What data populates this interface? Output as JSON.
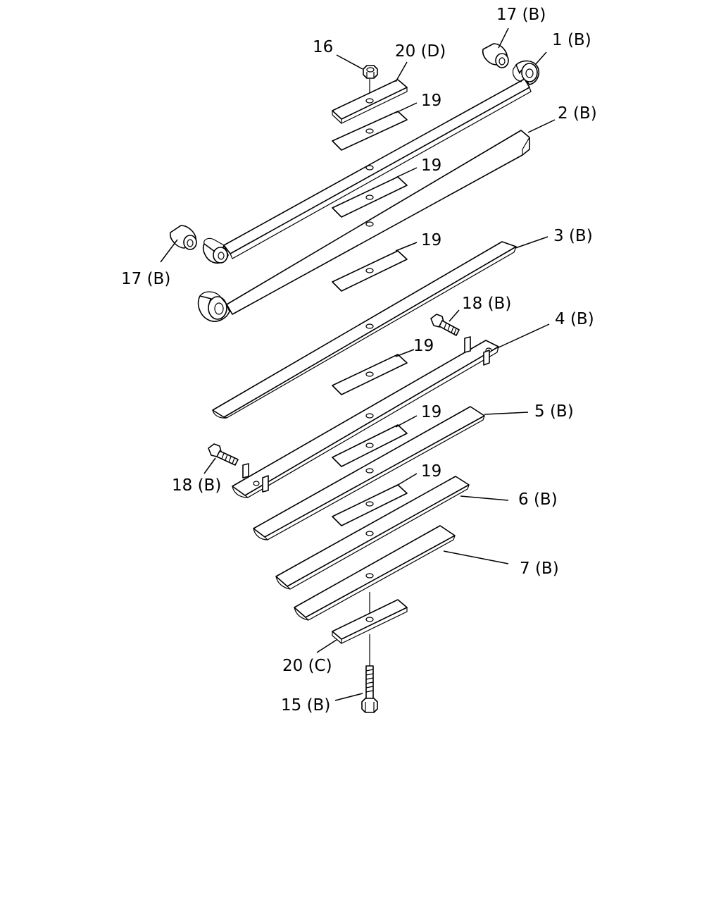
{
  "callouts": {
    "c17b_top": "17 (B)",
    "c1b": "1 (B)",
    "c16": "16",
    "c20d": "20 (D)",
    "c19_a": "19",
    "c2b": "2 (B)",
    "c19_b": "19",
    "c3b": "3 (B)",
    "c19_c": "19",
    "c17b_left": "17 (B)",
    "c18b_top": "18 (B)",
    "c4b": "4 (B)",
    "c19_d": "19",
    "c5b": "5 (B)",
    "c19_e": "19",
    "c18b_left": "18 (B)",
    "c6b": "6 (B)",
    "c19_f": "19",
    "c7b": "7 (B)",
    "c20c": "20 (C)",
    "c15b": "15 (B)"
  }
}
